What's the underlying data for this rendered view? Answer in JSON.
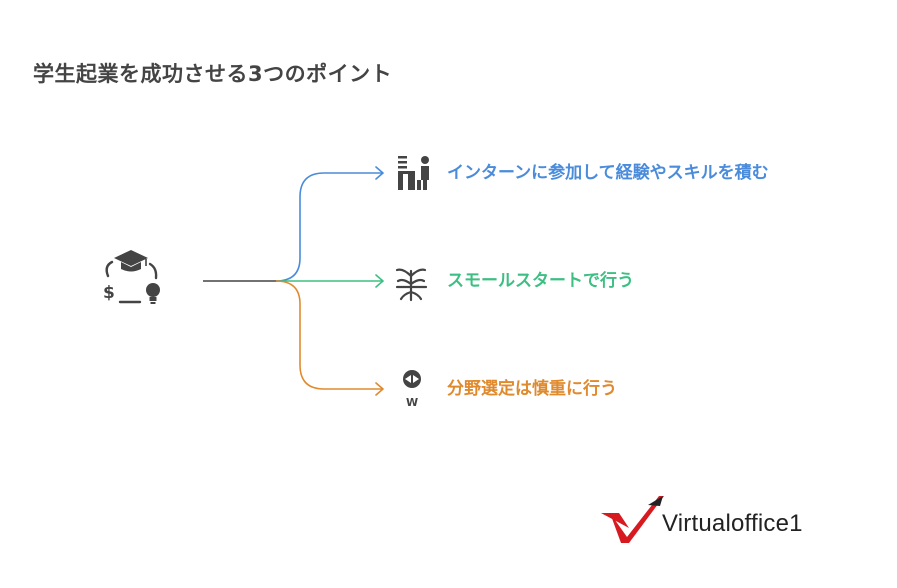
{
  "title": "学生起業を成功させる3つのポイント",
  "center": {
    "icon": "graduate-money-idea-icon"
  },
  "branches": [
    {
      "label": "インターンに参加して経験やスキルを積む",
      "color": "#4a8cdb",
      "icon": "intern-desk-icon"
    },
    {
      "label": "スモールスタートで行う",
      "color": "#3dbf83",
      "icon": "sprout-icon"
    },
    {
      "label": "分野選定は慎重に行う",
      "color": "#e08a2e",
      "icon": "target-decision-icon"
    }
  ],
  "logo": {
    "text": "Virtualoffice1",
    "mark_color": "#d71920"
  }
}
